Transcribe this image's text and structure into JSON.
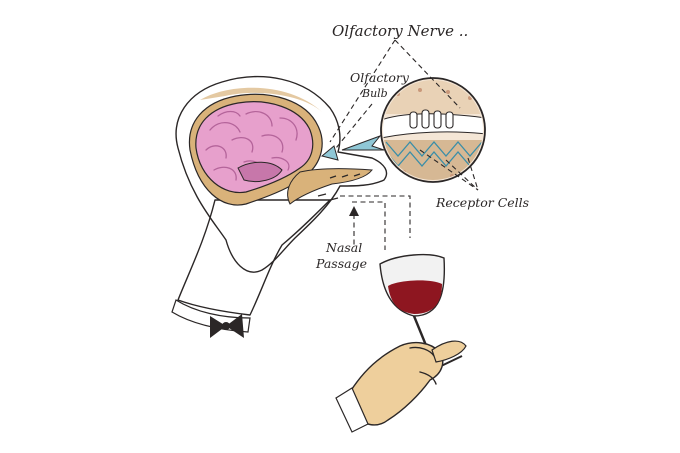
{
  "labels": {
    "olfactory_nerve": "Olfactory Nerve ..",
    "olfactory_bulb_line1": "Olfactory",
    "olfactory_bulb_line2": "Bulb",
    "receptor_cells": "Receptor Cells",
    "nasal_line1": "Nasal",
    "nasal_line2": "Passage"
  },
  "colors": {
    "skin": "#eecf9c",
    "skin_shade": "#d9b27a",
    "brain": "#e7a0cc",
    "brain_fold": "#c777aa",
    "wine": "#8e1620",
    "detail_blue": "#8fc7d6",
    "ink": "#2b2727"
  }
}
